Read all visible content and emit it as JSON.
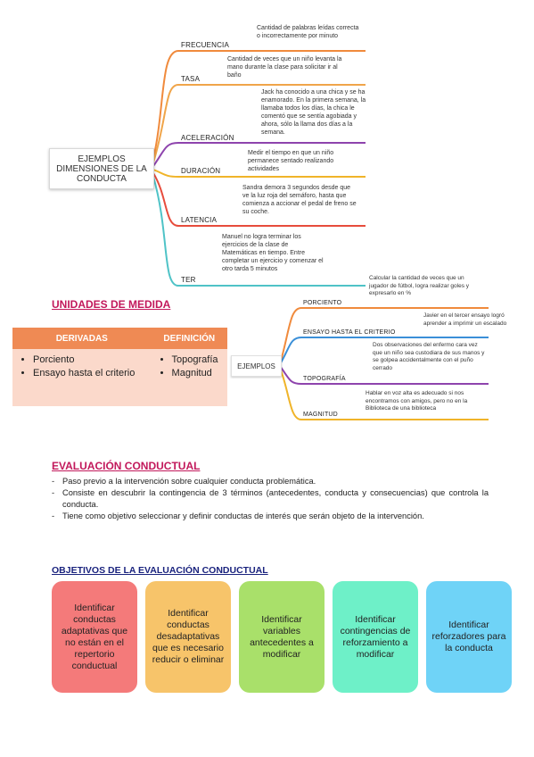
{
  "mindmap": {
    "root": "EJEMPLOS DIMENSIONES DE LA CONDUCTA",
    "branches": [
      {
        "label": "FRECUENCIA",
        "desc": "Cantidad de palabras leídas correcta o incorrectamente por minuto",
        "color": "#f08a3c"
      },
      {
        "label": "TASA",
        "desc": "Cantidad de veces que un niño levanta la mano durante la clase para solicitar ir al baño",
        "color": "#f0a54a"
      },
      {
        "label": "ACELERACIÓN",
        "desc": "Jack ha conocido a una chica y se ha enamorado. En la primera semana, la llamaba todos los días, la chica le comentó que se sentía agobiada y ahora, sólo la llama dos días a la semana.",
        "color": "#8e44ad"
      },
      {
        "label": "DURACIÓN",
        "desc": "Medir el tiempo en que un niño permanece sentado realizando actividades",
        "color": "#f0b429"
      },
      {
        "label": "LATENCIA",
        "desc": "Sandra demora 3 segundos desde que ve la luz roja del semáforo, hasta que comienza a accionar el pedal de freno se su coche.",
        "color": "#e74c3c"
      },
      {
        "label": "TER",
        "desc": "Manuel no logra terminar los ejercicios de la clase de Matemáticas en tiempo. Entre completar un ejercicio y comenzar el otro tarda 5 minutos",
        "color": "#4fc3c7"
      }
    ]
  },
  "units": {
    "heading": "UNIDADES DE MEDIDA",
    "col1_header": "DERIVADAS",
    "col2_header": "DEFINICIÓN",
    "col1_items": [
      "Porciento",
      "Ensayo hasta el criterio"
    ],
    "col2_items": [
      "Topografía",
      "Magnitud"
    ]
  },
  "examples": {
    "root": "EJEMPLOS",
    "branches": [
      {
        "label": "PORCIENTO",
        "desc": "Calcular la cantidad de veces que un jugador de fútbol, logra realizar goles y expresarlo en %",
        "color": "#f08a3c"
      },
      {
        "label": "ENSAYO HASTA EL CRITERIO",
        "desc": "Javier en el tercer ensayo logró aprender a imprimir un escalado",
        "color": "#3a8fd8"
      },
      {
        "label": "TOPOGRAFÍA",
        "desc": "Dos observaciones del enfermo cara vez que un niño sea custodiara de sus manos y se golpea accidentalmente con el puño cerrado",
        "color": "#8e44ad"
      },
      {
        "label": "MAGNITUD",
        "desc": "Hablar en voz alta es adecuado si nos encontramos con amigos, pero no en la Biblioteca de una biblioteca",
        "color": "#f0b429"
      }
    ]
  },
  "evaluation": {
    "heading": "EVALUACIÓN CONDUCTUAL",
    "items": [
      "Paso previo a la intervención sobre cualquier conducta problemática.",
      "Consiste en descubrir la contingencia de 3 términos (antecedentes, conducta y consecuencias) que controla la conducta.",
      "Tiene como objetivo seleccionar y definir conductas de interés que serán objeto de la intervención."
    ]
  },
  "objectives": {
    "heading": "OBJETIVOS DE LA EVALUACIÓN CONDUCTUAL",
    "cards": [
      {
        "text": "Identificar conductas adaptativas que no están en el repertorio conductual",
        "color": "#f47a7a"
      },
      {
        "text": "Identificar conductas desadaptativas que es necesario reducir o eliminar",
        "color": "#f7c46a"
      },
      {
        "text": "Identificar variables antecedentes a modificar",
        "color": "#a9e06a"
      },
      {
        "text": "Identificar contingencias de reforzamiento a modificar",
        "color": "#6ef0c8"
      },
      {
        "text": "Identificar reforzadores para la conducta",
        "color": "#6fd3f7"
      }
    ]
  },
  "colors": {
    "accent_pink": "#c2185b",
    "table_header": "#ef8a54",
    "table_body": "#fbd9cb"
  }
}
